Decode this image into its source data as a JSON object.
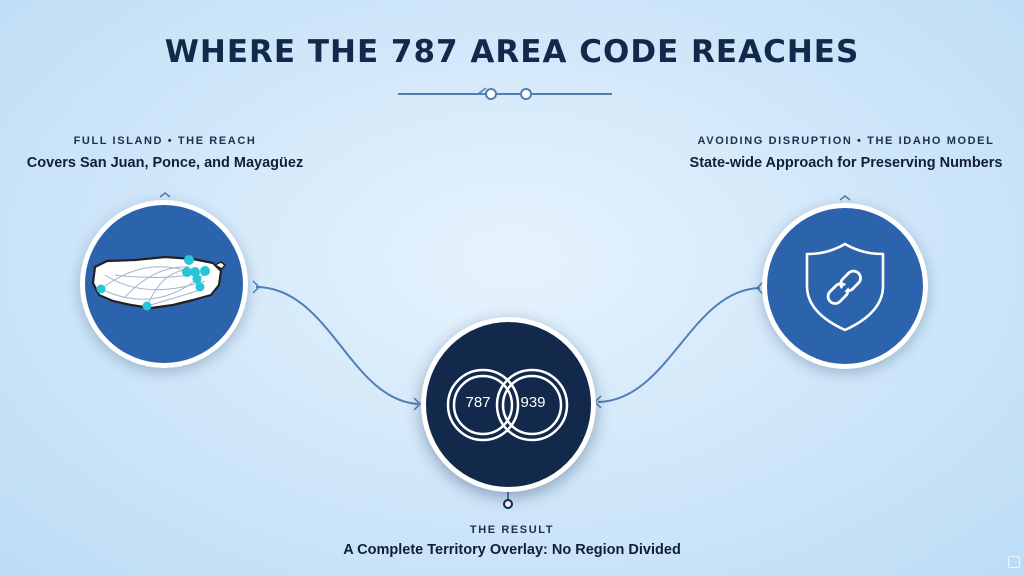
{
  "title": "WHERE THE 787 AREA CODE REACHES",
  "left": {
    "small_label": "FULL ISLAND • THE REACH",
    "main_label": "Covers San Juan, Ponce, and Mayagüez",
    "icon": "puerto-rico-map-icon"
  },
  "right": {
    "small_label": "AVOIDING DISRUPTION • THE IDAHO MODEL",
    "main_label": "State-wide Approach for Preserving Numbers",
    "icon": "shield-link-icon"
  },
  "center": {
    "code_left": "787",
    "code_right": "939",
    "small_label": "THE RESULT",
    "main_label": "A Complete Territory Overlay: No Region Divided",
    "icon": "overlapping-rings-icon"
  },
  "colors": {
    "title": "#13294b",
    "node_blue": "#2c63ad",
    "node_navy": "#13294b",
    "map_dot": "#27c6d6",
    "connector": "#4f7fb3"
  }
}
